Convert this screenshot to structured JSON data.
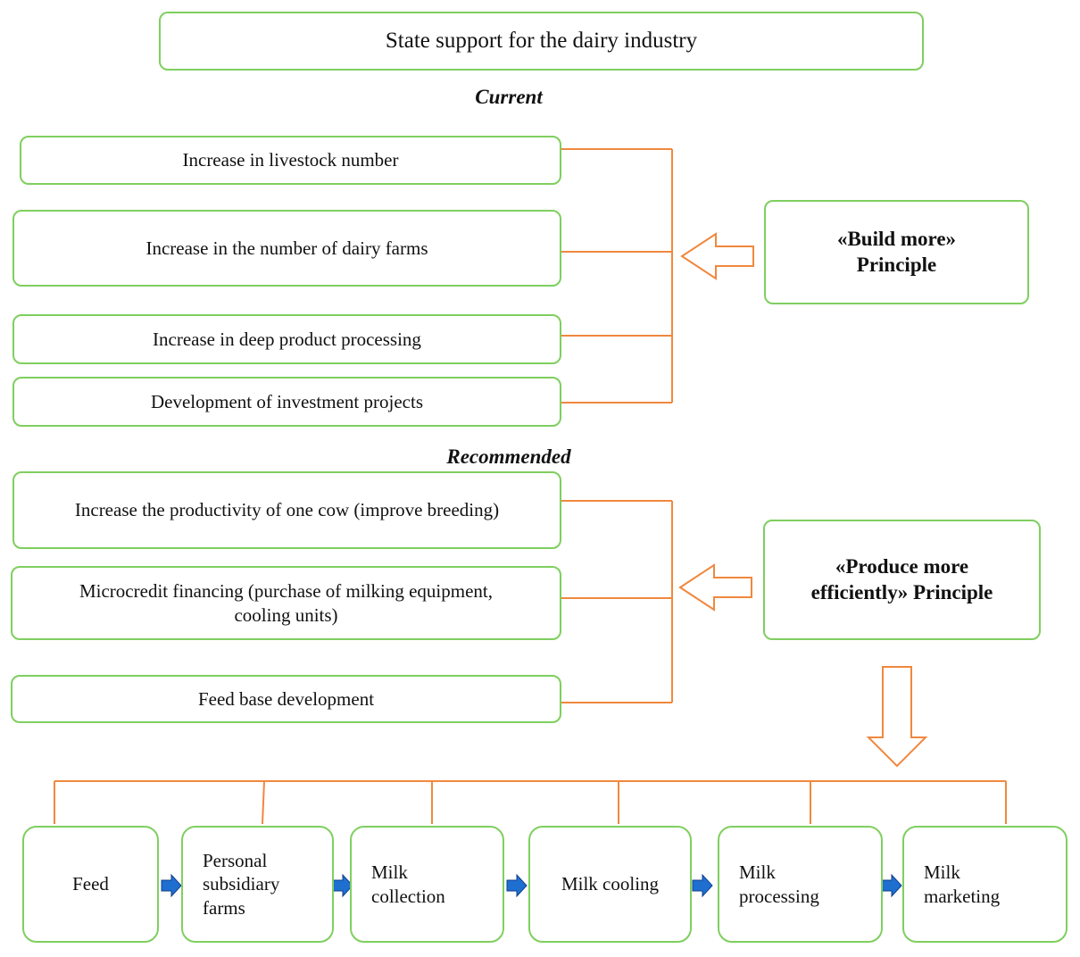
{
  "title": "State support for the dairy industry",
  "sections": {
    "current": {
      "heading": "Current",
      "items": [
        "Increase in livestock number",
        "Increase in the number of dairy farms",
        "Increase in deep product processing",
        "Development of investment projects"
      ],
      "principle_line1": "«Build more»",
      "principle_line2": "Principle"
    },
    "recommended": {
      "heading": "Recommended",
      "items": [
        "Increase the productivity of one cow (improve breeding)",
        "Microcredit financing (purchase of milking equipment,",
        "cooling units)",
        "Feed base development"
      ],
      "principle_line1": "«Produce more",
      "principle_line2": "efficiently» Principle"
    }
  },
  "chain": [
    "Feed",
    "Personal\nsubsidiary\nfarms",
    "Milk\ncollection",
    "Milk cooling",
    "Milk\nprocessing",
    "Milk\nmarketing"
  ],
  "colors": {
    "box_border": "#7fcf5f",
    "connector": "#f0883e",
    "chain_arrow": "#1f6fd1"
  }
}
